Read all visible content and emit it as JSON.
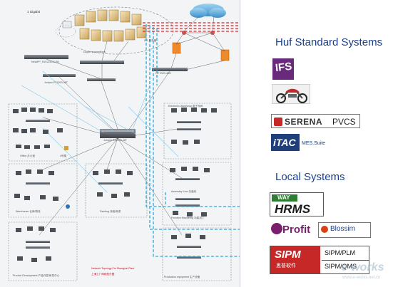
{
  "topology": {
    "gigabit_label": "1 Gigabit",
    "ifs_label": "IFS 服务器",
    "copper_label": "Copper connections",
    "switch_top_label": "NetAPP_FAS2240-2-R6",
    "switch_mid_label": "Juniper EX4200-48T",
    "switch_right_label": "HP 2920-48G",
    "core_label": "Juniper EX4200-48T",
    "office_title": "Office 办公室",
    "office_floor": "4号楼",
    "workshop_title": "Electronic Workshop 电子车间",
    "assembly_title": "Assembly Line 总装线",
    "function_title": "Function Machining 功能加工",
    "warehouse_title": "Warehouse 仓库/物流",
    "painting_title": "Painting 涂装/喷漆",
    "product_dev_title": "Product Development 产品开发/研发中心",
    "network_title": "Network Topology For Shanghai Plant",
    "network_subtitle": "上海工厂网络拓扑图",
    "production_title": "Production equipment 生产设备"
  },
  "headings": {
    "huf": "Huf Standard Systems",
    "local": "Local Systems"
  },
  "logos": {
    "ifs": "IFS",
    "serena_brand": "SERENA",
    "serena_suffix": "PVCS",
    "itac_brand": "iTAC",
    "itac_suffix": "MES.Suite",
    "hrms_way": "WAY",
    "hrms": "HRMS",
    "profit": "Profit",
    "blossim": "Blossim",
    "sipm_brand": "SIPM",
    "sipm_cn": "思普软件",
    "sipm_plm": "SIPM/PLM",
    "sipm_qms": "SIPM/QMS"
  },
  "watermark": {
    "brand": "e-works",
    "sub": "www.e-works.net.cn"
  },
  "colors": {
    "huf_link": "#e3262b",
    "local_link": "#2aa7df",
    "heading": "#1a3f8a",
    "ifs_bg": "#6a2a7c",
    "itac_bg": "#1f3f7a",
    "hrms_green": "#2e7d32",
    "sipm_red": "#c62828"
  }
}
